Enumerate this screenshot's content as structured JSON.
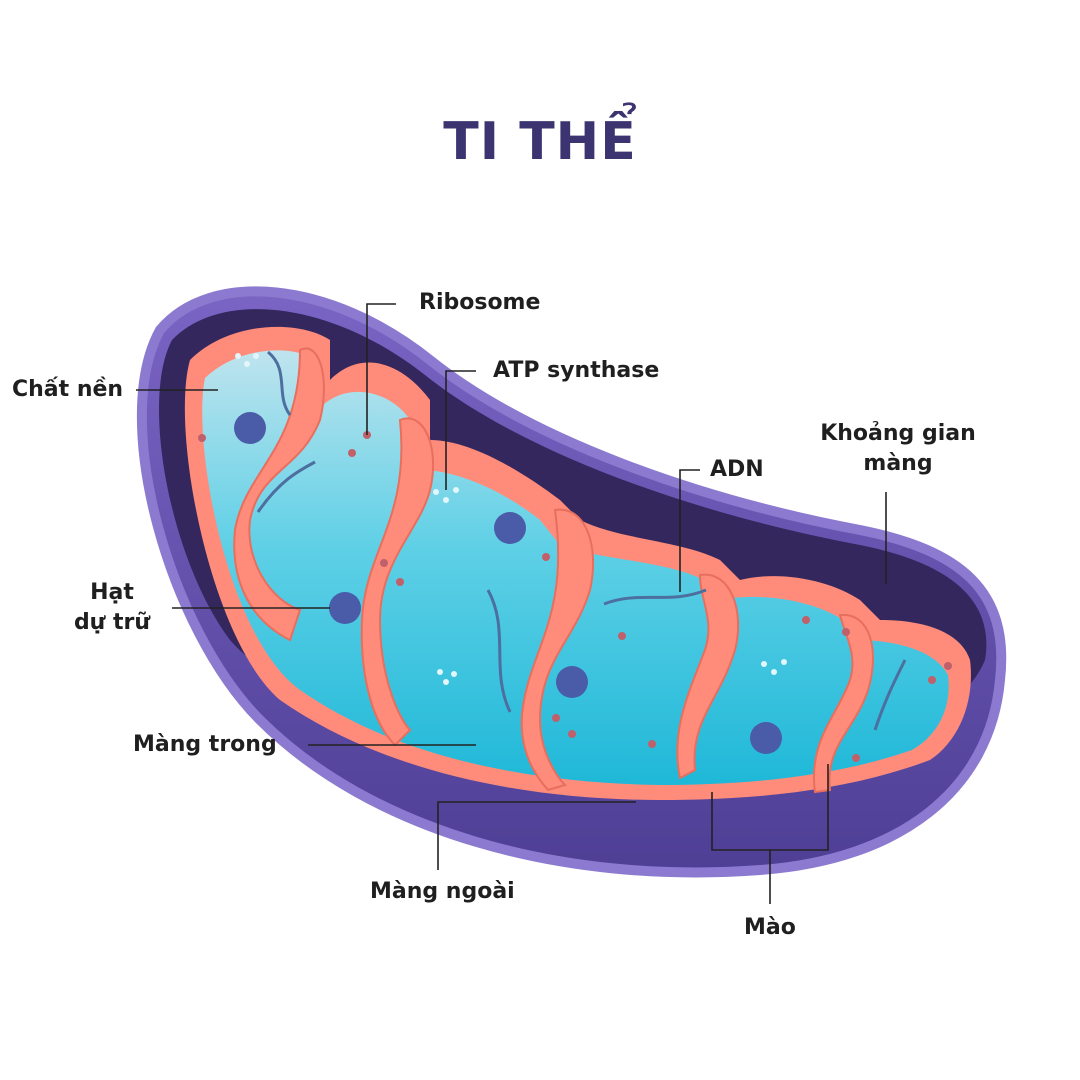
{
  "title": "TI THỂ",
  "labels": {
    "ribosome": "Ribosome",
    "atp_synthase": "ATP synthase",
    "chat_nen": "Chất nền",
    "adn": "ADN",
    "khoang_gian_mang_1": "Khoảng gian",
    "khoang_gian_mang_2": "màng",
    "hat_du_tru_1": "Hạt",
    "hat_du_tru_2": "dự trữ",
    "mang_trong": "Màng trong",
    "mang_ngoai": "Màng ngoài",
    "mao": "Mào"
  },
  "colors": {
    "title": "#3b3470",
    "outer_membrane": "#6a55b3",
    "outer_rim": "#8c7ad0",
    "intermembrane": "#34275f",
    "inner_membrane": "#ff8c7a",
    "matrix": "#3ec8e0",
    "granule": "#4a5ca8",
    "label_text": "#1f1f1f",
    "leader_line": "#222222"
  }
}
